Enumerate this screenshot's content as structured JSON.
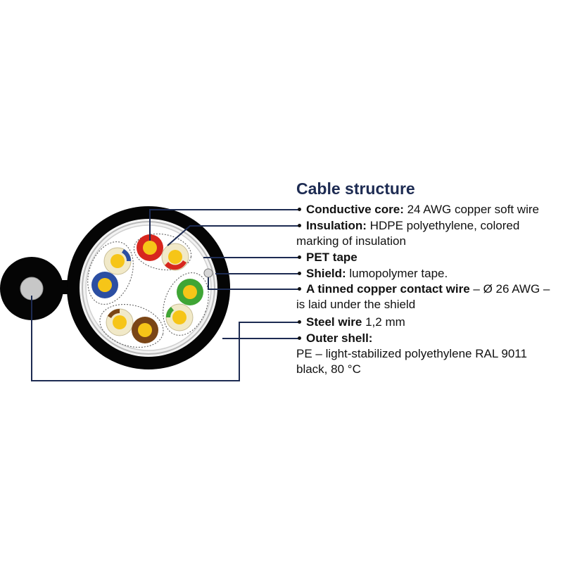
{
  "title": "Cable structure",
  "items": [
    {
      "label": "Conductive core:",
      "text": " 24 AWG copper soft wire",
      "text2": ""
    },
    {
      "label": "Insulation:",
      "text": " HDPE polyethylene, colored",
      "text2": "marking of insulation"
    },
    {
      "label": "PET tape",
      "text": "",
      "text2": ""
    },
    {
      "label": "Shield:",
      "text": " lumopolymer tape.",
      "text2": ""
    },
    {
      "label": "A tinned copper contact wire",
      "text": " – Ø 26 AWG –",
      "text2": "is laid under the shield"
    },
    {
      "label": "Steel wire",
      "text": " 1,2 mm",
      "text2": ""
    },
    {
      "label": "Outer shell:",
      "text": "",
      "text2": "PE – light-stabilized polyethylene RAL 9011",
      "text3": "black, 80 °C"
    }
  ],
  "pair_colors": [
    "orange",
    "green",
    "brown",
    "blue"
  ],
  "colors": {
    "title": "#1d2b52",
    "leader_line": "#1d2b52",
    "jacket": "#050505",
    "shield": "#f3f3f3",
    "orange": "#d7261e",
    "green": "#3fa535",
    "brown": "#7a4516",
    "blue": "#2b4ea2",
    "copper_core": "#f6c518",
    "white_insulation": "#f1e9c8"
  }
}
